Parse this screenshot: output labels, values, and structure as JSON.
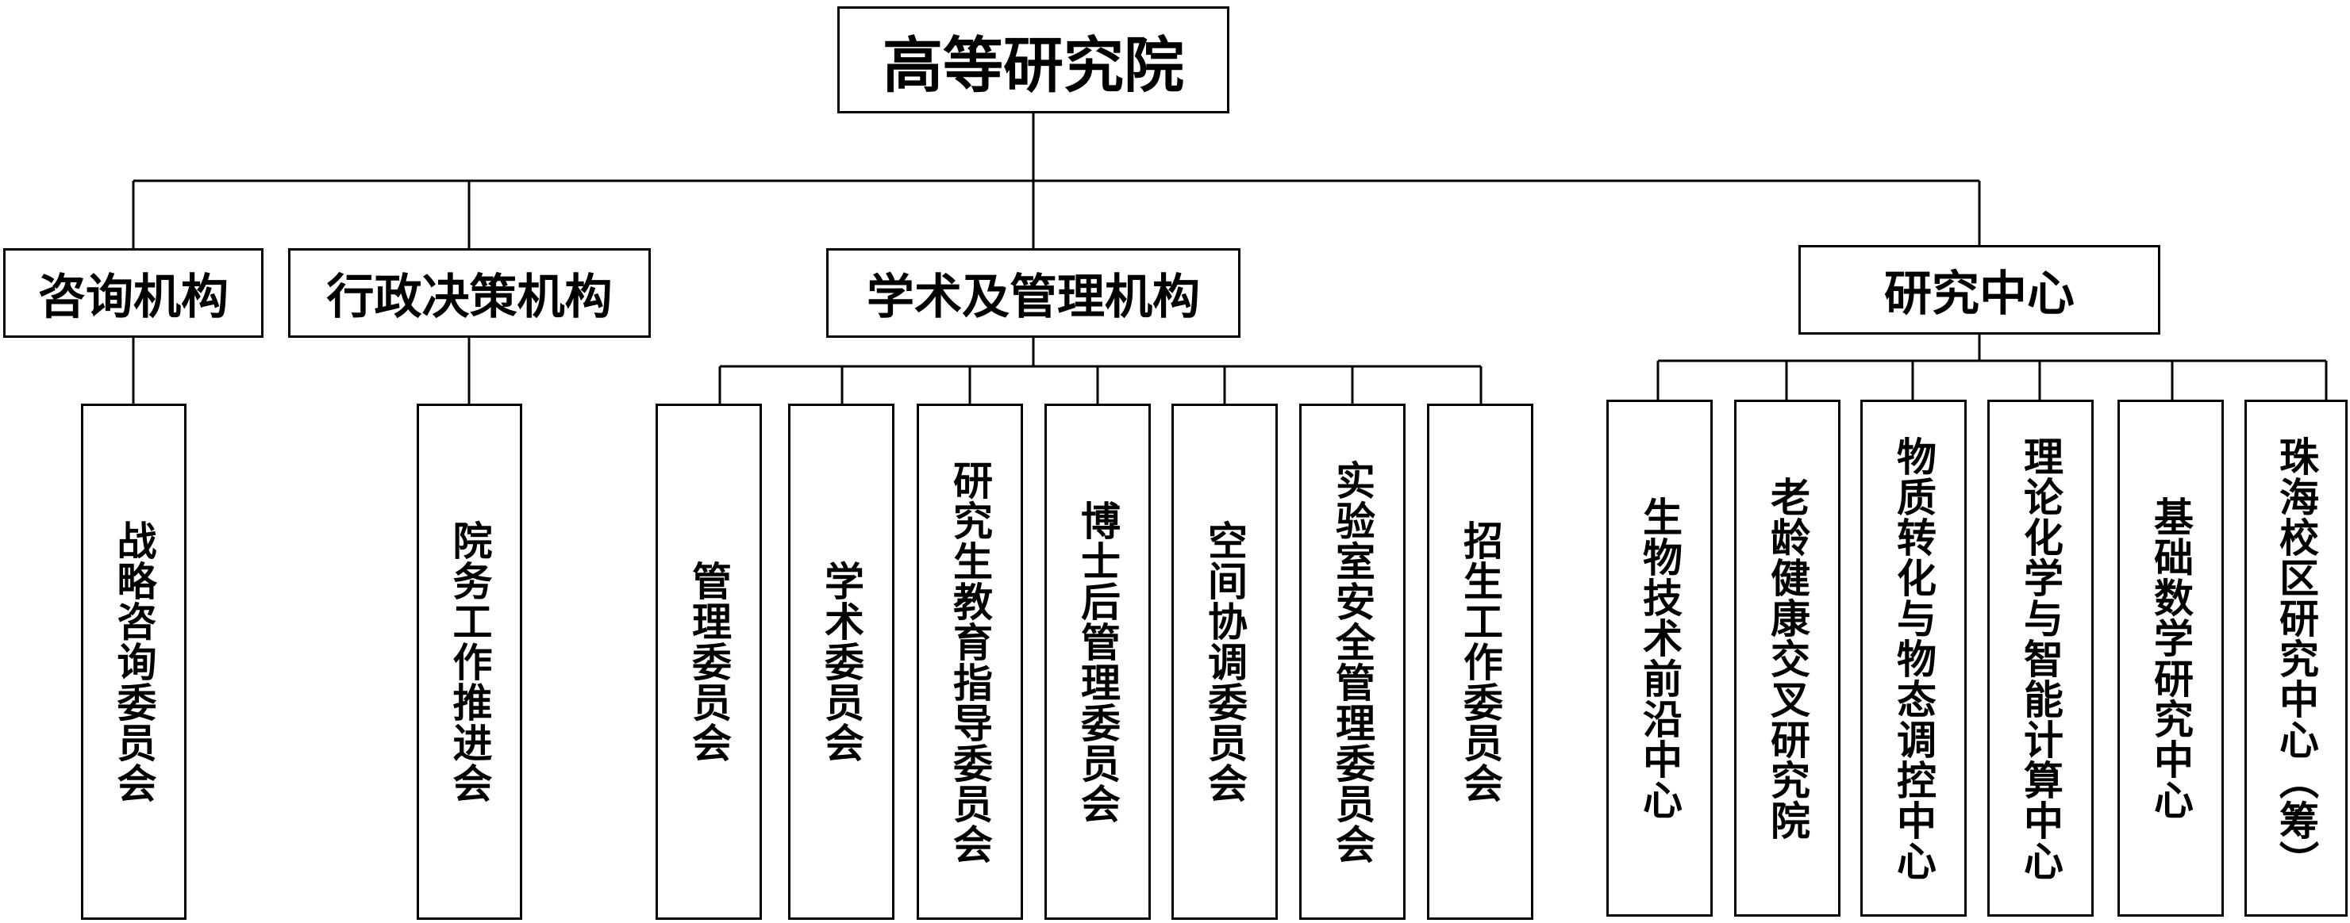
{
  "root": "高等研究院",
  "groups": [
    {
      "title": "咨询机构",
      "children": [
        "战略咨询委员会"
      ]
    },
    {
      "title": "行政决策机构",
      "children": [
        "院务工作推进会"
      ]
    },
    {
      "title": "学术及管理机构",
      "children": [
        "管理委员会",
        "学术委员会",
        "研究生教育指导委员会",
        "博士后管理委员会",
        "空间协调委员会",
        "实验室安全管理委员会",
        "招生工作委员会"
      ]
    },
    {
      "title": "研究中心",
      "children": [
        "生物技术前沿中心",
        "老龄健康交叉研究院",
        "物质转化与物态调控中心",
        "理论化学与智能计算中心",
        "基础数学研究中心",
        "珠海校区研究中心（筹）"
      ]
    }
  ]
}
